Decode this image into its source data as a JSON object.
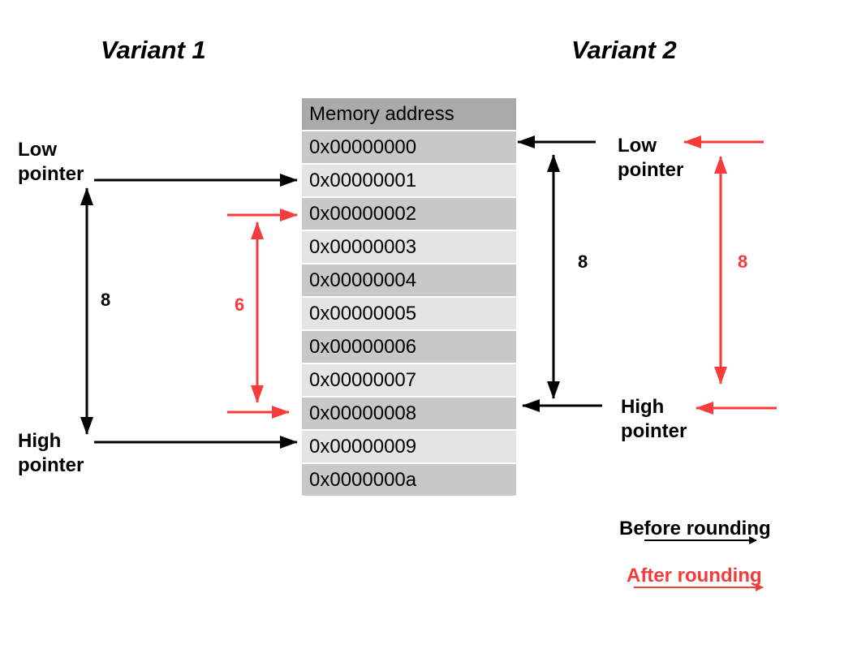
{
  "variant1": {
    "title": "Variant 1",
    "low_label": [
      "Low",
      "pointer"
    ],
    "high_label": [
      "High",
      "pointer"
    ],
    "distance_before": "8",
    "distance_after": "6"
  },
  "variant2": {
    "title": "Variant 2",
    "low_label": [
      "Low",
      "pointer"
    ],
    "high_label": [
      "High",
      "pointer"
    ],
    "distance_before": "8",
    "distance_after": "8"
  },
  "memory": {
    "header": "Memory address",
    "addresses": [
      "0x00000000",
      "0x00000001",
      "0x00000002",
      "0x00000003",
      "0x00000004",
      "0x00000005",
      "0x00000006",
      "0x00000007",
      "0x00000008",
      "0x00000009",
      "0x0000000a"
    ]
  },
  "legend": {
    "before": {
      "label": "Before rounding",
      "color": "#000000"
    },
    "after": {
      "label": "After rounding",
      "color": "#f53b3b"
    }
  }
}
